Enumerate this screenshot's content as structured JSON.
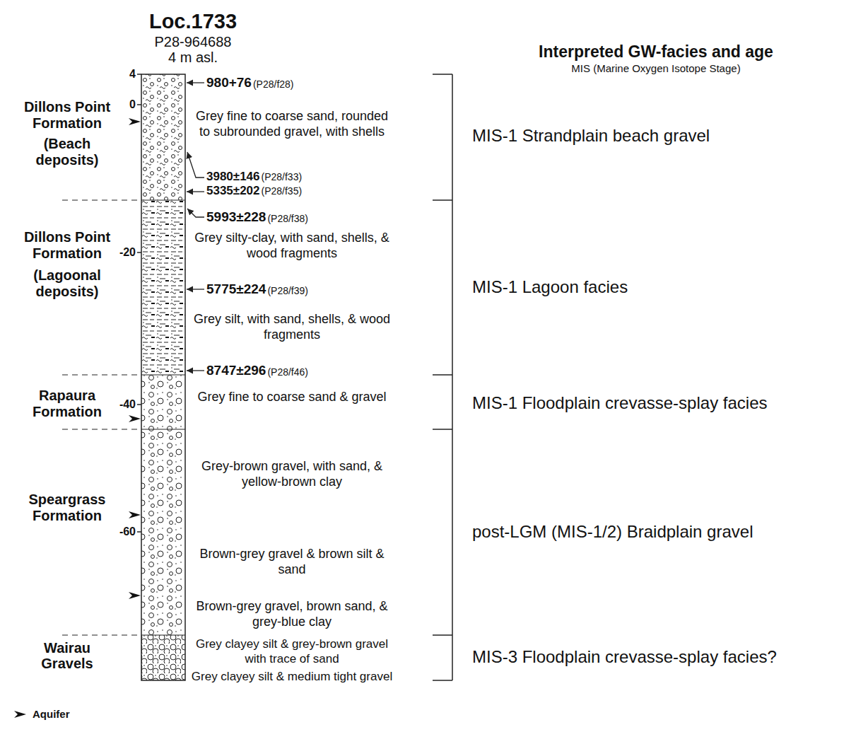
{
  "diagram": {
    "labels": [
      "Loc.1733",
      "P28-964688",
      "4 m asl.",
      "Interpreted GW-facies and age",
      "MIS (Marine Oxygen Isotope Stage)",
      "4",
      "980+76",
      "(P28/f28)",
      "Dillons Point Formation",
      "0",
      "(Beach deposits)",
      "Grey fine to coarse sand, rounded to subrounded gravel, with shells",
      "3980±146",
      "(P28/f33)",
      "5335±202",
      "(P28/f35)",
      "MIS-1 Strandplain beach gravel",
      "5993±228",
      "(P28/f38)",
      "Dillons Point Formation",
      "-20",
      "(Lagoonal deposits)",
      "Grey silty-clay, with sand, shells, & wood fragments",
      "5775±224",
      "(P28/f39)",
      "Grey silt, with sand, shells, & wood fragments",
      "MIS-1 Lagoon facies",
      "8747±296",
      "(P28/f46)",
      "Rapaura Formation",
      "-40",
      "Grey fine to coarse sand & gravel",
      "MIS-1 Floodplain crevasse-splay facies",
      "Speargrass Formation",
      "Grey-brown gravel, with sand, & yellow-brown clay",
      "-60",
      "Brown-grey gravel & brown silt & sand",
      "Brown-grey gravel, brown sand, & grey-blue clay",
      "post-LGM (MIS-1/2) Braidplain gravel",
      "Wairau Gravels",
      "Grey clayey silt & grey-brown gravel with trace of sand",
      "Grey clayey silt & medium tight gravel",
      "MIS-3 Floodplain crevasse-splay facies?"
    ],
    "legend": [
      {
        "text": "Aquifer"
      }
    ]
  }
}
